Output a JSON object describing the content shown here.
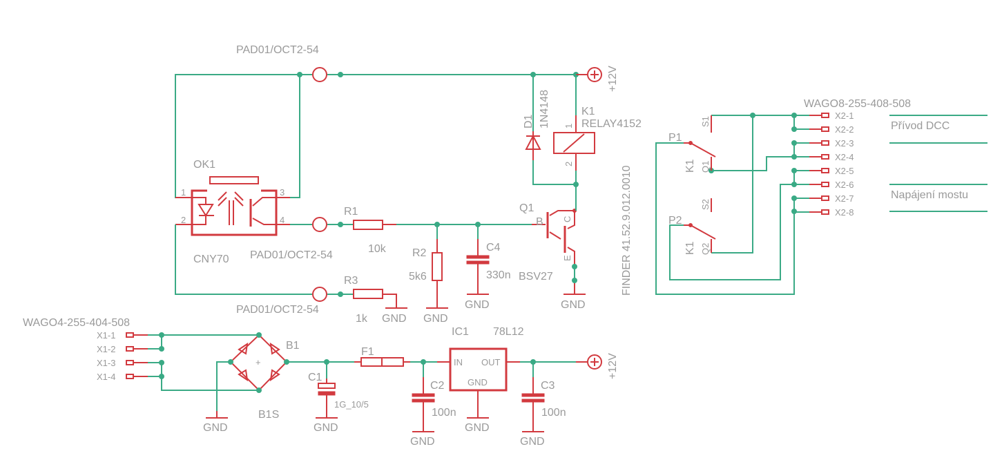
{
  "schematic": {
    "colors": {
      "wire": "#3aaa85",
      "symbol": "#d23a3f",
      "text": "#9a9a9a",
      "background": "#ffffff"
    },
    "pads": [
      {
        "id": "pad-top",
        "label": "PAD01/OCT2-54"
      },
      {
        "id": "pad-mid",
        "label": "PAD01/OCT2-54"
      },
      {
        "id": "pad-bot",
        "label": "PAD01/OCT2-54"
      }
    ],
    "supply": {
      "top_label": "+12V",
      "bottom_label": "+12V"
    },
    "optocoupler": {
      "name": "OK1",
      "value": "CNY70",
      "pins": [
        "1",
        "2",
        "3",
        "4"
      ]
    },
    "diode": {
      "name": "D1",
      "value": "1N4148"
    },
    "relay": {
      "name": "K1",
      "value": "RELAY4152",
      "part": "FINDER 41.52.9.012.0010",
      "pins": [
        "1",
        "2"
      ]
    },
    "transistor": {
      "name": "Q1",
      "value": "BSV27",
      "pins": {
        "b": "B",
        "c": "C",
        "e": "E"
      }
    },
    "resistors": [
      {
        "name": "R1",
        "value": "10k"
      },
      {
        "name": "R2",
        "value": "5k6"
      },
      {
        "name": "R3",
        "value": "1k"
      }
    ],
    "capacitors": [
      {
        "name": "C1",
        "value": "1G_10/5"
      },
      {
        "name": "C2",
        "value": "100n"
      },
      {
        "name": "C3",
        "value": "100n"
      },
      {
        "name": "C4",
        "value": "330n"
      }
    ],
    "gnd_label": "GND",
    "connector_x1": {
      "name": "WAGO4-255-404-508",
      "pins": [
        "X1-1",
        "X1-2",
        "X1-3",
        "X1-4"
      ]
    },
    "connector_x2": {
      "name": "WAGO8-255-408-508",
      "pins": [
        "X2-1",
        "X2-2",
        "X2-3",
        "X2-4",
        "X2-5",
        "X2-6",
        "X2-7",
        "X2-8"
      ]
    },
    "bridge": {
      "name": "B1",
      "value": "B1S"
    },
    "fuse": {
      "name": "F1"
    },
    "regulator": {
      "name": "IC1",
      "value": "78L12",
      "pin_in": "IN",
      "pin_out": "OUT",
      "pin_gnd": "GND"
    },
    "relay_contacts": {
      "group1": {
        "p": "P1",
        "q": "Q1",
        "s": "S1",
        "k": "K1"
      },
      "group2": {
        "p": "P2",
        "q": "Q2",
        "s": "S2",
        "k": "K1"
      }
    },
    "annotations": {
      "dcc": "Přívod DCC",
      "bridge_power": "Napájení mostu"
    }
  }
}
